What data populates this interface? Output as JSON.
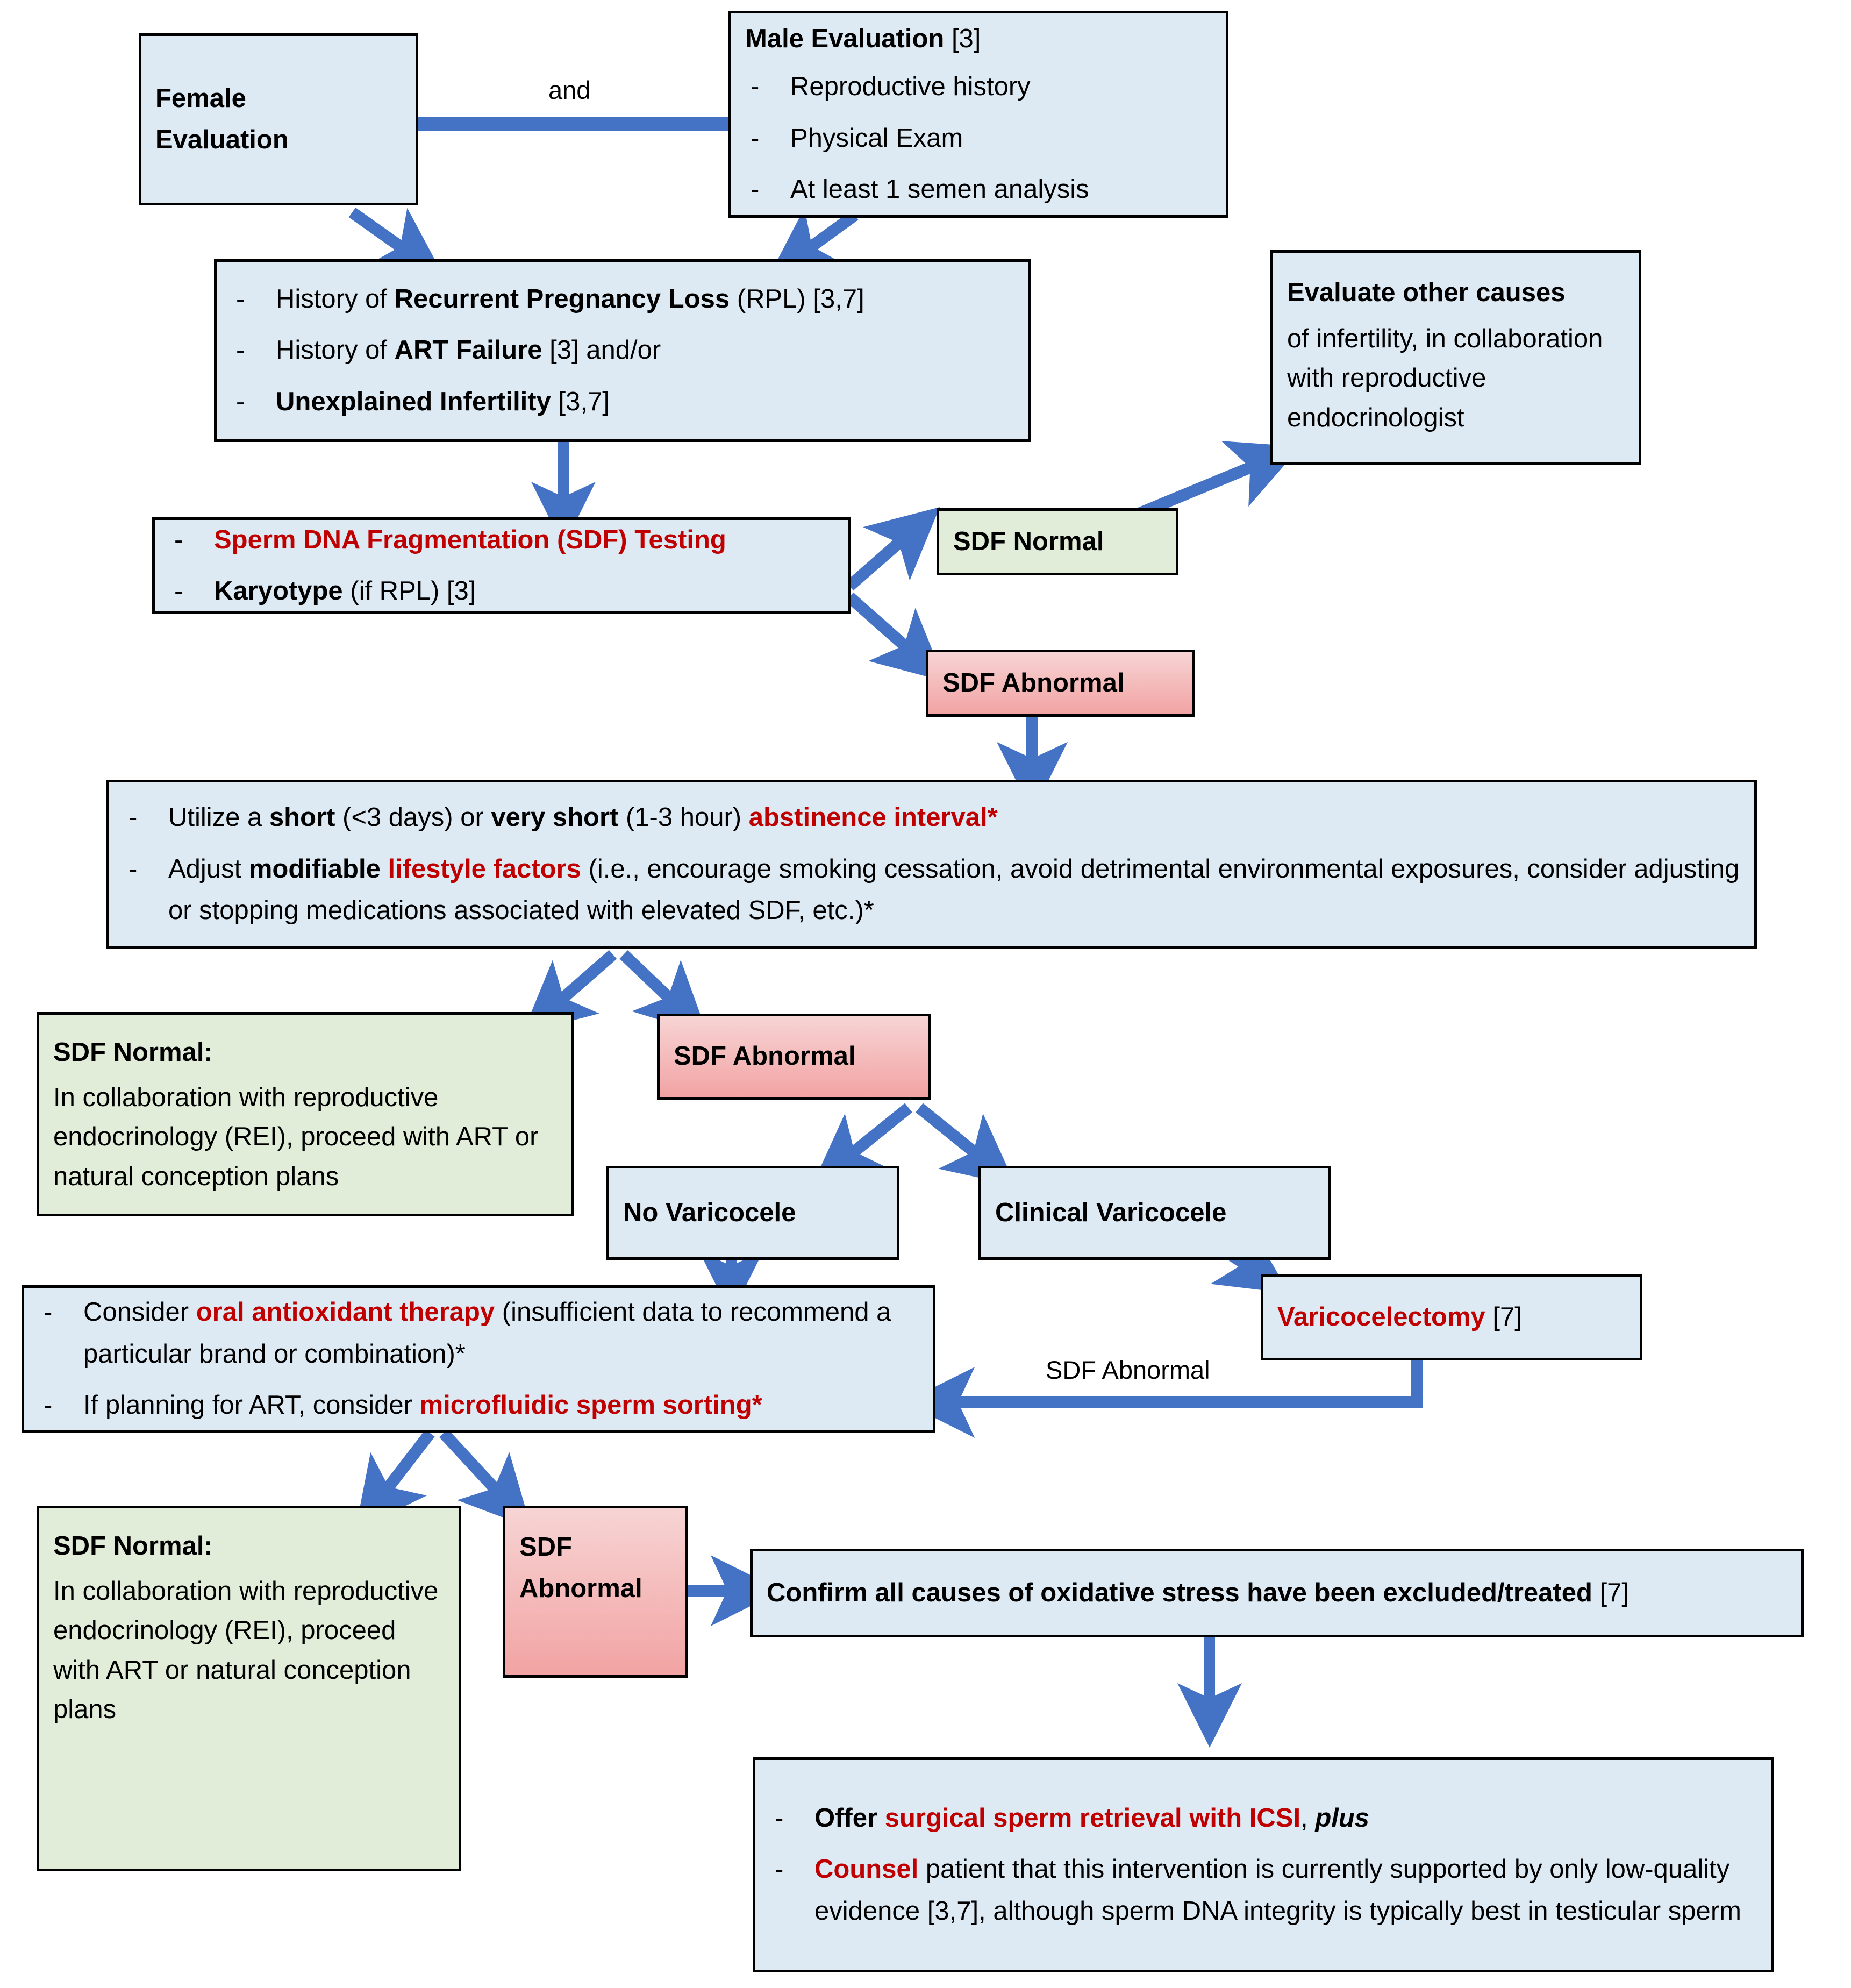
{
  "diagram": {
    "title": "Sperm DNA Fragmentation clinical management algorithm",
    "colors": {
      "box_fill_blue": "#ddeaf3",
      "box_fill_green": "#e2edd9",
      "box_fill_red_top": "#f7d4d4",
      "box_fill_red_bottom": "#f2a3a3",
      "border": "#000000",
      "arrow": "#4472c4",
      "highlight_text": "#c00000"
    }
  },
  "nodes": {
    "female_evaluation": {
      "title": "Female\nEvaluation",
      "line1": "Female",
      "line2": "Evaluation"
    },
    "male_evaluation": {
      "heading_bold": "Male Evaluation",
      "heading_ref": " [3]",
      "items": [
        "Reproductive history",
        "Physical Exam",
        "At least 1 semen analysis"
      ]
    },
    "history_criteria": {
      "item1_pre": "History of ",
      "item1_bold": "Recurrent Pregnancy Loss",
      "item1_post": " (RPL) [3,7]",
      "item2_pre": "History of ",
      "item2_bold": "ART Failure",
      "item2_post": " [3] and/or",
      "item3_bold": "Unexplained Infertility",
      "item3_post": " [3,7]"
    },
    "evaluate_other_causes": {
      "bold_line": "Evaluate other causes",
      "rest": "of infertility, in collaboration with reproductive endocrinologist"
    },
    "sdf_testing": {
      "item1_red": "Sperm DNA Fragmentation (SDF) Testing",
      "item2_bold": "Karyotype",
      "item2_post": " (if RPL) [3]"
    },
    "sdf_normal_badge": {
      "label": "SDF Normal"
    },
    "sdf_abnormal_badge": {
      "label": "SDF Abnormal"
    },
    "lifestyle": {
      "item1_pre": "Utilize a ",
      "item1_b1": "short",
      "item1_mid1": " (<3 days) or ",
      "item1_b2": "very short",
      "item1_mid2": " (1-3 hour) ",
      "item1_red": "abstinence interval*",
      "item2_pre": "Adjust ",
      "item2_b1": "modifiable ",
      "item2_red": "lifestyle factors",
      "item2_post": " (i.e., encourage smoking cessation, avoid detrimental environmental exposures, consider adjusting or stopping medications associated with elevated SDF, etc.)*"
    },
    "sdf_normal_mid": {
      "heading": "SDF Normal:",
      "body": "In collaboration with reproductive endocrinology (REI), proceed with ART or natural conception plans"
    },
    "sdf_abnormal_mid": {
      "label": "SDF Abnormal"
    },
    "no_varicocele": {
      "label": "No Varicocele"
    },
    "clinical_varicocele": {
      "label": "Clinical Varicocele"
    },
    "varicocelectomy": {
      "label_red": "Varicocelectomy",
      "ref": " [7]"
    },
    "antioxidant": {
      "item1_pre": "Consider ",
      "item1_red": "oral antioxidant therapy",
      "item1_post": " (insufficient data to recommend a particular brand or combination)*",
      "item2_pre": "If planning for ART, consider ",
      "item2_red": "microfluidic sperm sorting*"
    },
    "sdf_normal_bottom": {
      "heading": "SDF Normal:",
      "body": "In collaboration with reproductive endocrinology (REI), proceed with ART or natural conception plans"
    },
    "sdf_abnormal_bottom": {
      "line1": "SDF",
      "line2": "Abnormal"
    },
    "confirm_oxidative": {
      "bold": "Confirm all causes of oxidative stress have been excluded/treated",
      "ref": " [7]"
    },
    "final_recommendation": {
      "item1_bold": "Offer ",
      "item1_red": "surgical sperm retrieval with ICSI",
      "item1_comma": ", ",
      "item1_italic": "plus",
      "item2_red": "Counsel",
      "item2_post": " patient that this intervention is currently supported by only low-quality evidence [3,7], although sperm DNA integrity is typically best in testicular sperm"
    }
  },
  "edge_labels": {
    "and": "and",
    "sdf_abnormal_return": "SDF Abnormal"
  }
}
